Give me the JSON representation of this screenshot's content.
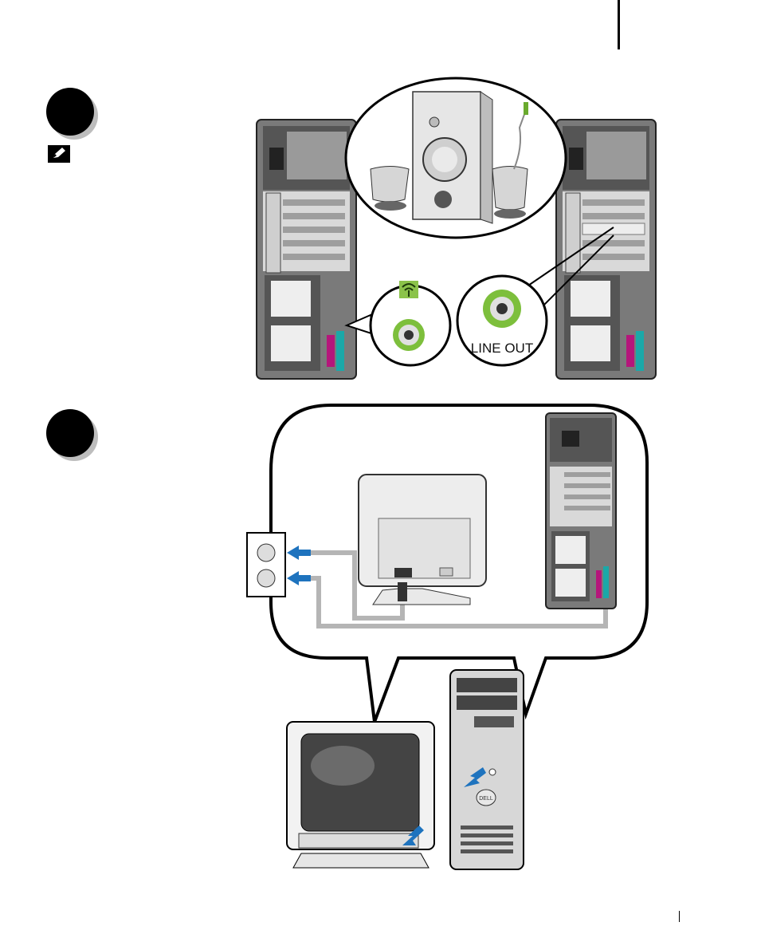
{
  "steps": [
    {
      "id": "speakers-step"
    },
    {
      "id": "power-step"
    }
  ],
  "illustrations": {
    "speakers": {
      "line_out_label": "LINE OUT",
      "connector_color": "#7dbf3c",
      "audio_icon": "audio-out-icon"
    },
    "power": {
      "arrow_color": "#1e73be",
      "cable_color": "#b5b5b5",
      "brand_label": "DELL"
    }
  },
  "icons": {
    "note": "pencil-note-icon"
  }
}
